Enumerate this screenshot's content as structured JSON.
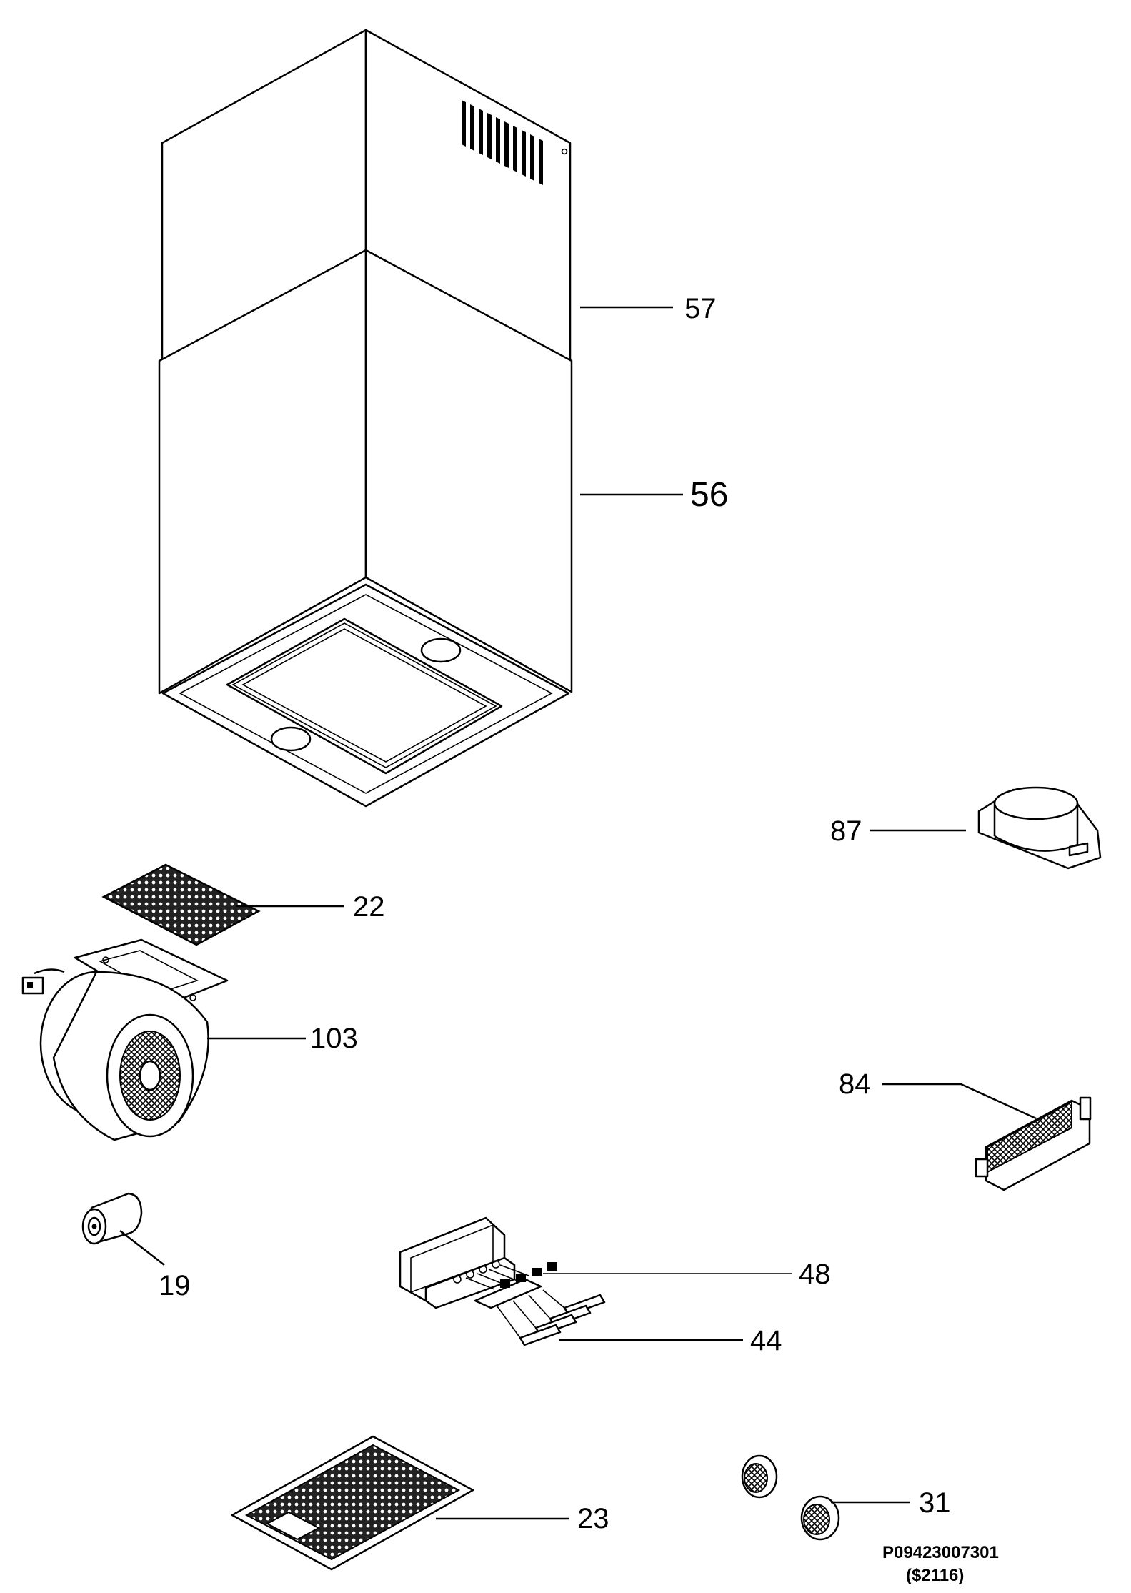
{
  "parts": [
    {
      "id": "57",
      "label": "57"
    },
    {
      "id": "56",
      "label": "56"
    },
    {
      "id": "87",
      "label": "87"
    },
    {
      "id": "22",
      "label": "22"
    },
    {
      "id": "103",
      "label": "103"
    },
    {
      "id": "84",
      "label": "84"
    },
    {
      "id": "19",
      "label": "19"
    },
    {
      "id": "48",
      "label": "48"
    },
    {
      "id": "44",
      "label": "44"
    },
    {
      "id": "23",
      "label": "23"
    },
    {
      "id": "31",
      "label": "31"
    }
  ],
  "reference": {
    "code": "P09423007301",
    "sub": "($2116)"
  }
}
